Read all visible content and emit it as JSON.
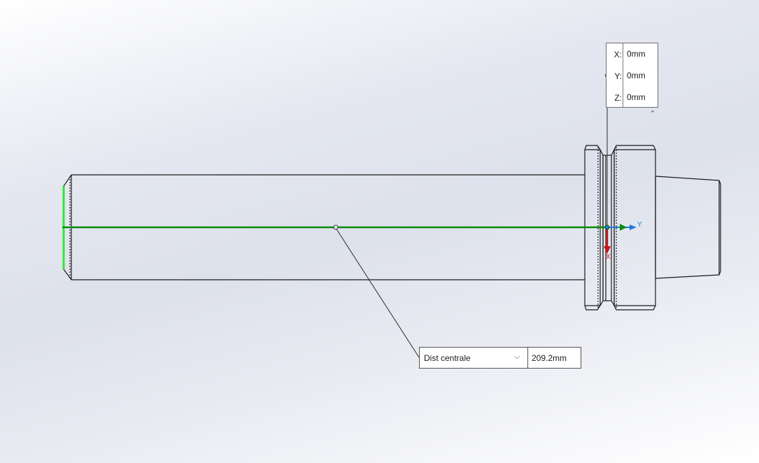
{
  "coordinate_input": {
    "x_label": "X:",
    "x_value": "0mm",
    "y_label": "Y:",
    "y_value": "0mm",
    "z_label": "Z:",
    "z_value": "0mm"
  },
  "distance_input": {
    "measure_option": "Dist centrale",
    "value": "209.2mm"
  },
  "triad": {
    "y_label": "Y",
    "x_label": "X"
  },
  "colors": {
    "sketch_line": "#0a8a0a",
    "selected_edge": "#32e632",
    "triad_y": "#1f7ad6",
    "triad_x": "#c81414",
    "outline": "#1a1a1a"
  }
}
